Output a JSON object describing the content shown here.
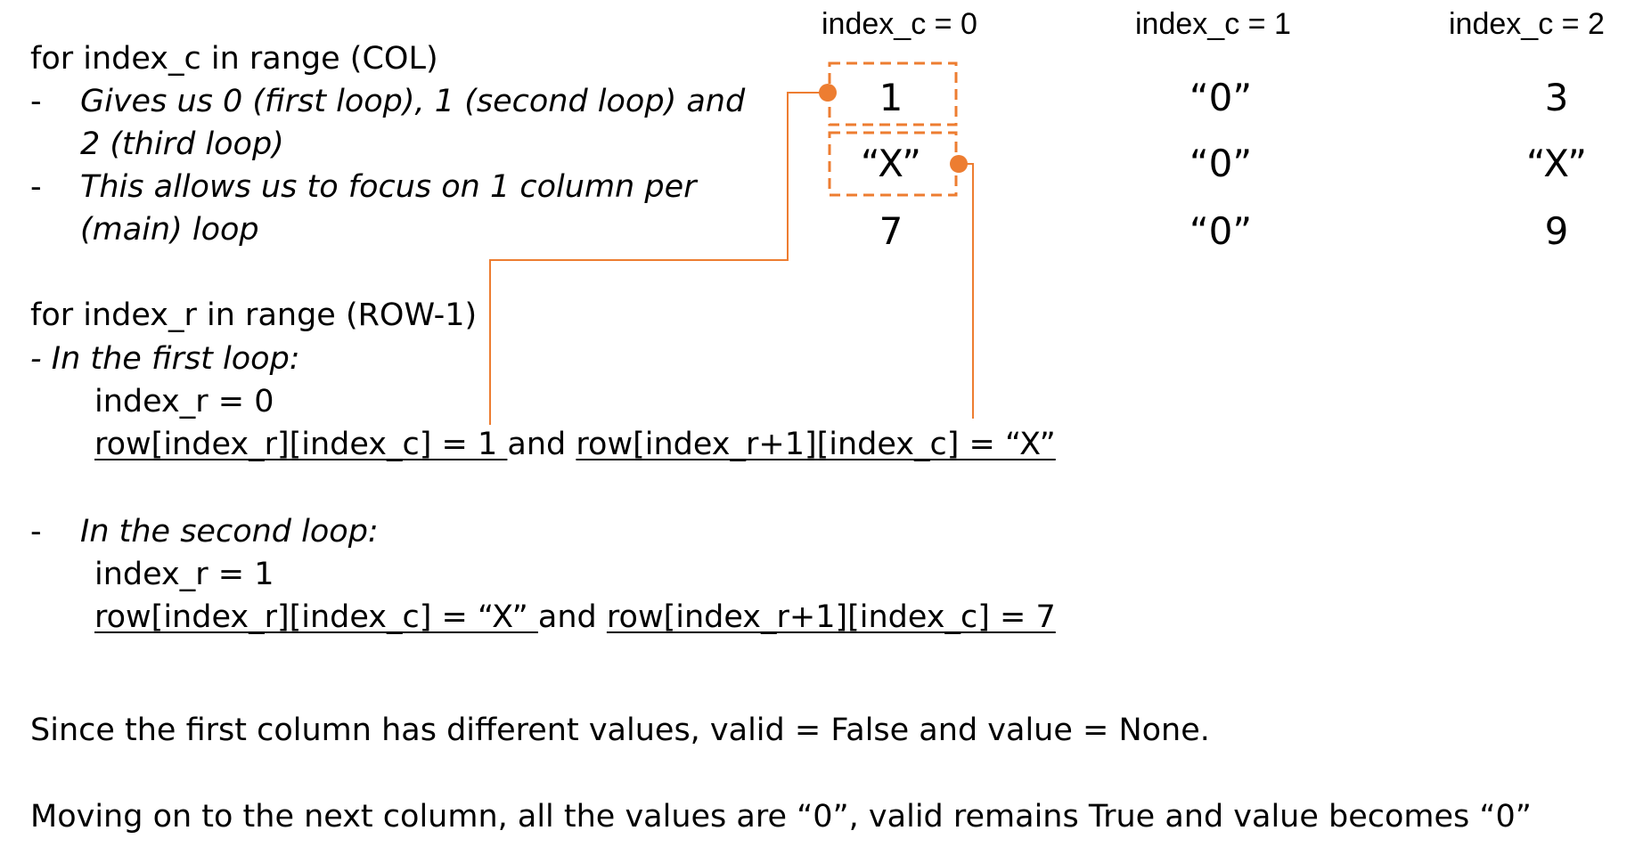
{
  "column_headers": [
    "index_c = 0",
    "index_c = 1",
    "index_c = 2"
  ],
  "grid": [
    [
      "1",
      "“0”",
      "3"
    ],
    [
      "“X”",
      "“0”",
      "“X”"
    ],
    [
      "7",
      "“0”",
      "9"
    ]
  ],
  "col_loop": {
    "heading": "for index_c in range (COL)",
    "bullet": "-",
    "bullet1_line1": "Gives us 0 (first loop), 1 (second loop) and",
    "bullet1_line2": "2 (third loop)",
    "bullet2_line1": "This allows us to focus on 1 column per",
    "bullet2_line2": "(main) loop"
  },
  "row_loop": {
    "heading": "for index_r in range (ROW-1)",
    "first_loop_label": "- In the first loop:",
    "first_index": "index_r = 0",
    "first_expr_a": "row[index_r][index_c] = 1 ",
    "and": "and",
    "first_expr_b": "row[index_r+1][index_c] = “X”",
    "second_bullet": "-",
    "second_loop_label": "In the second loop:",
    "second_index": "index_r = 1",
    "second_expr_a": "row[index_r][index_c] = “X” ",
    "second_expr_b": "row[index_r+1][index_c] = 7"
  },
  "conclusion_1": "Since the first column has different values, valid = False and value = None.",
  "conclusion_2": "Moving on to the next column, all the values are “0”, valid remains True and value becomes “0”",
  "colors": {
    "accent": "#ED7D31"
  }
}
